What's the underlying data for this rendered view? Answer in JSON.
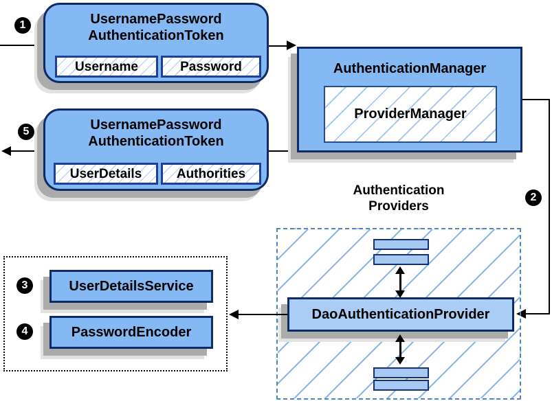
{
  "badges": [
    "1",
    "2",
    "3",
    "4",
    "5"
  ],
  "request_token": {
    "title_line1": "UsernamePassword",
    "title_line2": "AuthenticationToken",
    "field1": "Username",
    "field2": "Password"
  },
  "auth_manager": {
    "title": "AuthenticationManager",
    "inner_label": "ProviderManager"
  },
  "response_token": {
    "title_line1": "UsernamePassword",
    "title_line2": "AuthenticationToken",
    "field1": "UserDetails",
    "field2": "Authorities"
  },
  "providers": {
    "heading_line1": "Authentication",
    "heading_line2": "Providers",
    "dao_label": "DaoAuthenticationProvider"
  },
  "services": {
    "user_details_service": "UserDetailsService",
    "password_encoder": "PasswordEncoder"
  },
  "colors": {
    "box_fill": "#85b9f3",
    "box_fill_light": "#a9cdf5",
    "box_border": "#0f2b66",
    "subbox_border": "#1e4096",
    "hatch_line": "#8ab5e9",
    "dashed_border": "#4c84c4",
    "shadow": "#ababab",
    "connector": "#000000"
  }
}
